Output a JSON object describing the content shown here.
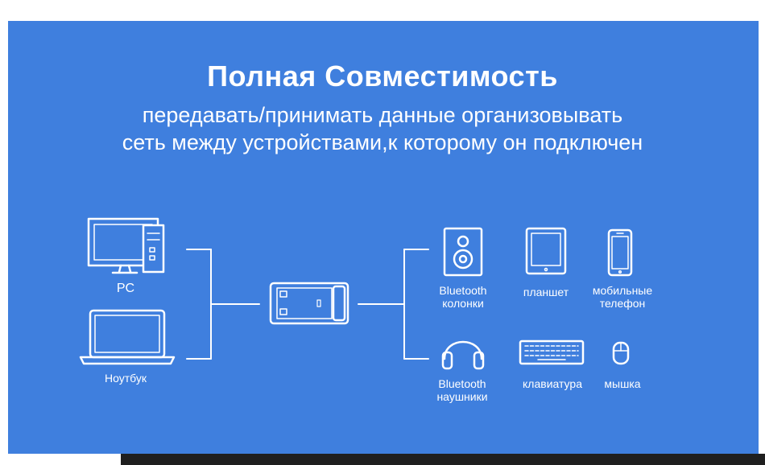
{
  "title": "Полная Совместимость",
  "subtitle_line1": "передавать/принимать данные организовывать",
  "subtitle_line2": "сеть между устройствами,к которому он подключен",
  "devices": {
    "pc": "PC",
    "laptop": "Ноутбук",
    "speaker_line1": "Bluetooth",
    "speaker_line2": "колонки",
    "tablet": "планшет",
    "phone_line1": "мобильные",
    "phone_line2": "телефон",
    "headphones_line1": "Bluetooth",
    "headphones_line2": "наушники",
    "keyboard": "клавиатура",
    "mouse": "мышка"
  },
  "colors": {
    "background": "#3f7fde",
    "foreground": "#ffffff"
  }
}
